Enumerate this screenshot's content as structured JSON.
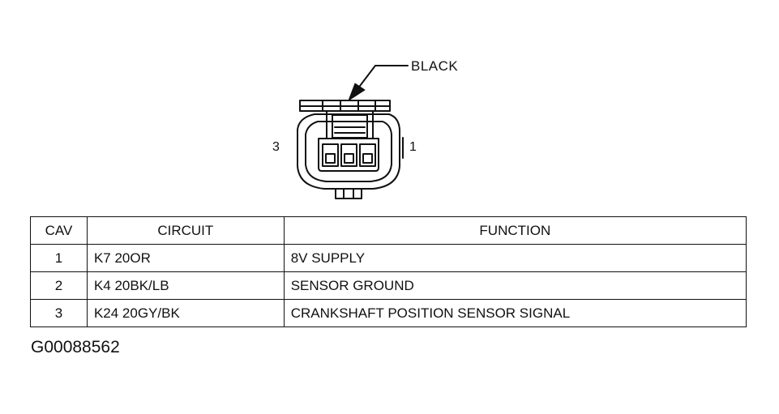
{
  "connector": {
    "color_callout": "BLACK",
    "pin_left_label": "3",
    "pin_right_label": "1"
  },
  "table": {
    "headers": {
      "cav": "CAV",
      "circuit": "CIRCUIT",
      "function": "FUNCTION"
    },
    "rows": [
      {
        "cav": "1",
        "circuit": "K7 20OR",
        "function": "8V SUPPLY"
      },
      {
        "cav": "2",
        "circuit": "K4 20BK/LB",
        "function": "SENSOR GROUND"
      },
      {
        "cav": "3",
        "circuit": "K24 20GY/BK",
        "function": "CRANKSHAFT POSITION SENSOR SIGNAL"
      }
    ]
  },
  "figure_id": "G00088562"
}
